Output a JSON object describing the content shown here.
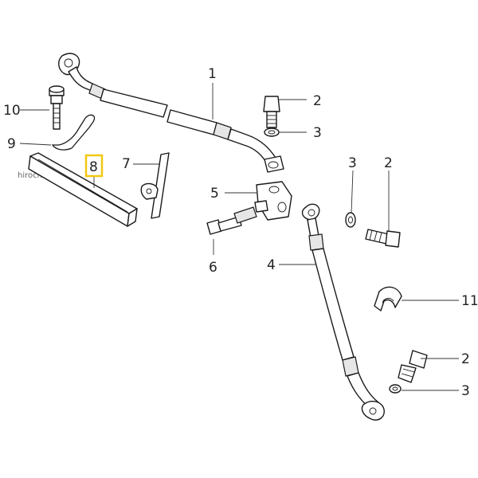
{
  "watermark": "hirochi",
  "highlight_color": "#f2c811",
  "callouts": [
    "1",
    "2",
    "3",
    "3",
    "2",
    "5",
    "4",
    "6",
    "7",
    "8",
    "9",
    "10",
    "11",
    "2",
    "3"
  ]
}
